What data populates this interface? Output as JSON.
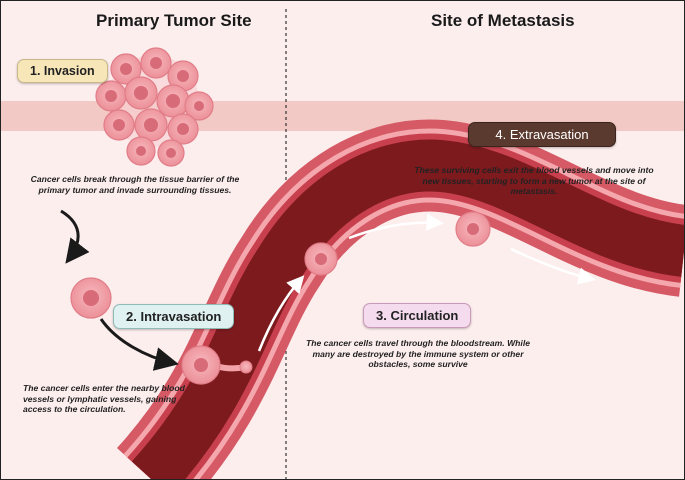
{
  "headings": {
    "primary": "Primary Tumor Site",
    "metastasis": "Site of Metastasis"
  },
  "steps": [
    {
      "label": "1. Invasion",
      "description": "Cancer cells break through the tissue barrier of the primary tumor and invade surrounding tissues.",
      "color": "#f6e6b8"
    },
    {
      "label": "2. Intravasation",
      "description": "The cancer cells enter the nearby blood vessels or lymphatic vessels, gaining access to the circulation.",
      "color": "#dff2f1"
    },
    {
      "label": "3. Circulation",
      "description": "The cancer cells travel through the bloodstream. While many are destroyed by the immune system or other obstacles, some survive",
      "color": "#f5dbee"
    },
    {
      "label": "4. Extravasation",
      "description": "These surviving cells exit the blood vessels and move into new tissues, starting to form a new tumor at the site of metastasis.",
      "color": "#5a3a2e"
    }
  ],
  "colors": {
    "background": "#fdeeee",
    "tissue_band": "#f2c9c4",
    "vessel_outer": "#d65a66",
    "vessel_wall": "#f4a7ac",
    "vessel_lumen": "#7d1a1e",
    "cell_fill": "#f3a3aa",
    "cell_nucleus": "#d86b78"
  }
}
